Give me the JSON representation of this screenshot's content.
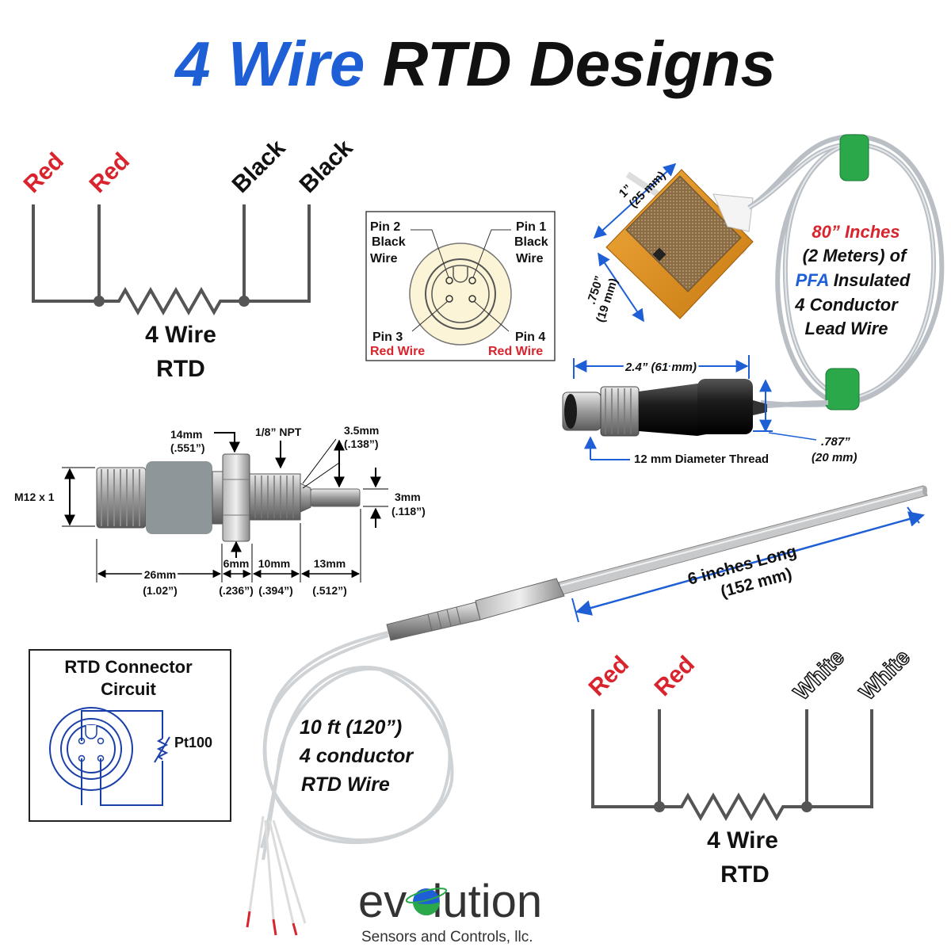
{
  "title": {
    "part1": "4 Wire",
    "part2": "RTD Designs"
  },
  "colors": {
    "blue": "#1f5fd6",
    "red": "#d9232d",
    "black": "#111111",
    "wire": "#555555",
    "circuit": "#1a3fa8",
    "logo_green": "#2aa84a"
  },
  "top_circuit": {
    "wire_labels": [
      "Red",
      "Red",
      "Black",
      "Black"
    ],
    "caption_line1": "4 Wire",
    "caption_line2": "RTD"
  },
  "bottom_circuit": {
    "wire_labels": [
      "Red",
      "Red",
      "White",
      "White"
    ],
    "caption_line1": "4 Wire",
    "caption_line2": "RTD"
  },
  "pinout": {
    "pin2": [
      "Pin 2",
      "Black",
      "Wire"
    ],
    "pin1": [
      "Pin 1",
      "Black",
      "Wire"
    ],
    "pin3": [
      "Pin 3",
      "Red Wire"
    ],
    "pin4": [
      "Pin 4",
      "Red Wire"
    ]
  },
  "sensor_patch": {
    "dim1": [
      "1”",
      "(25 mm)"
    ],
    "dim2": [
      ".750”",
      "(19 mm)"
    ]
  },
  "lead_wire": {
    "line1": "80” Inches",
    "line2": "(2 Meters) of",
    "line3_blue": "PFA",
    "line3_rest": " Insulated",
    "line4": "4 Conductor",
    "line5": "Lead Wire"
  },
  "connector": {
    "length": "2.4” (61 mm)",
    "diameter": [
      ".787”",
      "(20 mm)"
    ],
    "thread": "12 mm Diameter Thread"
  },
  "fitting": {
    "thread": "M12 x 1",
    "hex": [
      "14mm",
      "(.551”)"
    ],
    "npt": "1/8” NPT",
    "tip": [
      "3.5mm",
      "(.138”)"
    ],
    "probe": [
      "3mm",
      "(.118”)"
    ],
    "body": [
      "26mm",
      "(1.02”)"
    ],
    "nut": [
      "6mm",
      "(.236”)"
    ],
    "npt_len": [
      "10mm",
      "(.394”)"
    ],
    "tip_len": [
      "13mm",
      "(.512”)"
    ]
  },
  "probe": {
    "length": "6 inches Long",
    "length_mm": "(152 mm)"
  },
  "rtd_wire": {
    "line1": "10 ft (120”)",
    "line2": "4 conductor",
    "line3": "RTD Wire"
  },
  "connector_circuit": {
    "title1": "RTD Connector",
    "title2": "Circuit",
    "element": "Pt100"
  },
  "logo": {
    "name_a": "ev",
    "name_b": "lution",
    "tagline": "Sensors and Controls, llc."
  }
}
